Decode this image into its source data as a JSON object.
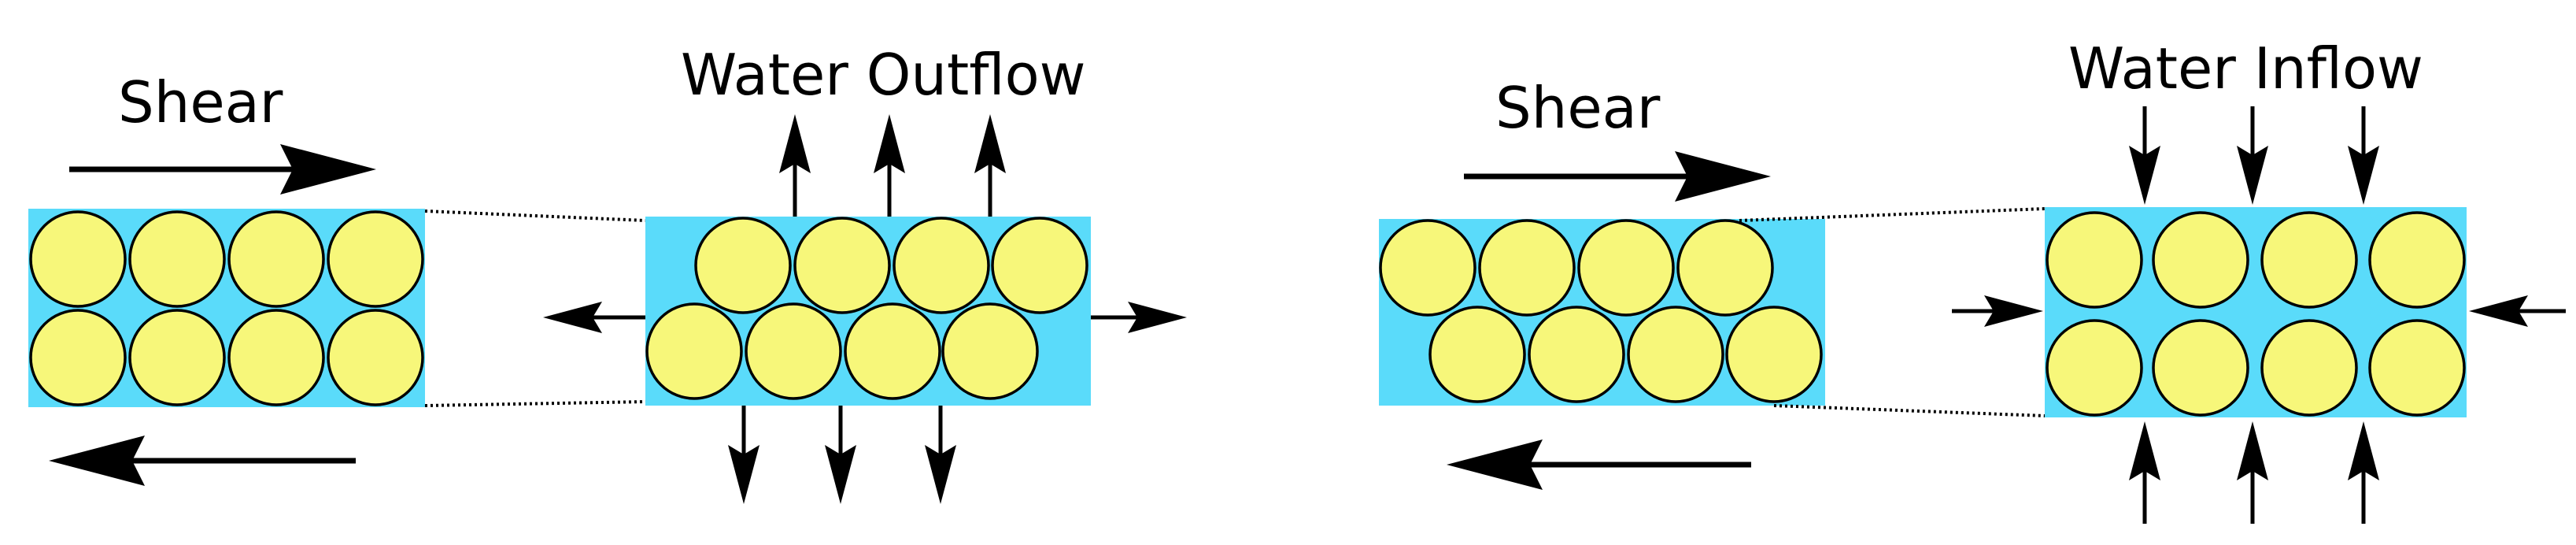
{
  "colors": {
    "water": "#5ADBFA",
    "grain": "#F7F77A",
    "ink": "#000000"
  },
  "labels": {
    "shear_left": "Shear",
    "water_outflow": "Water Outflow",
    "shear_right": "Shear",
    "water_inflow": "Water Inflow"
  },
  "panels": {
    "dilation": {
      "before_state": "packed grains in 2 rows of 4",
      "after_state": "sheared grains in offset rows of 4",
      "flow_direction": "outflow"
    },
    "compaction": {
      "before_state": "sheared grains in offset rows of 4",
      "after_state": "packed grains in 2 rows of 4",
      "flow_direction": "inflow"
    }
  }
}
